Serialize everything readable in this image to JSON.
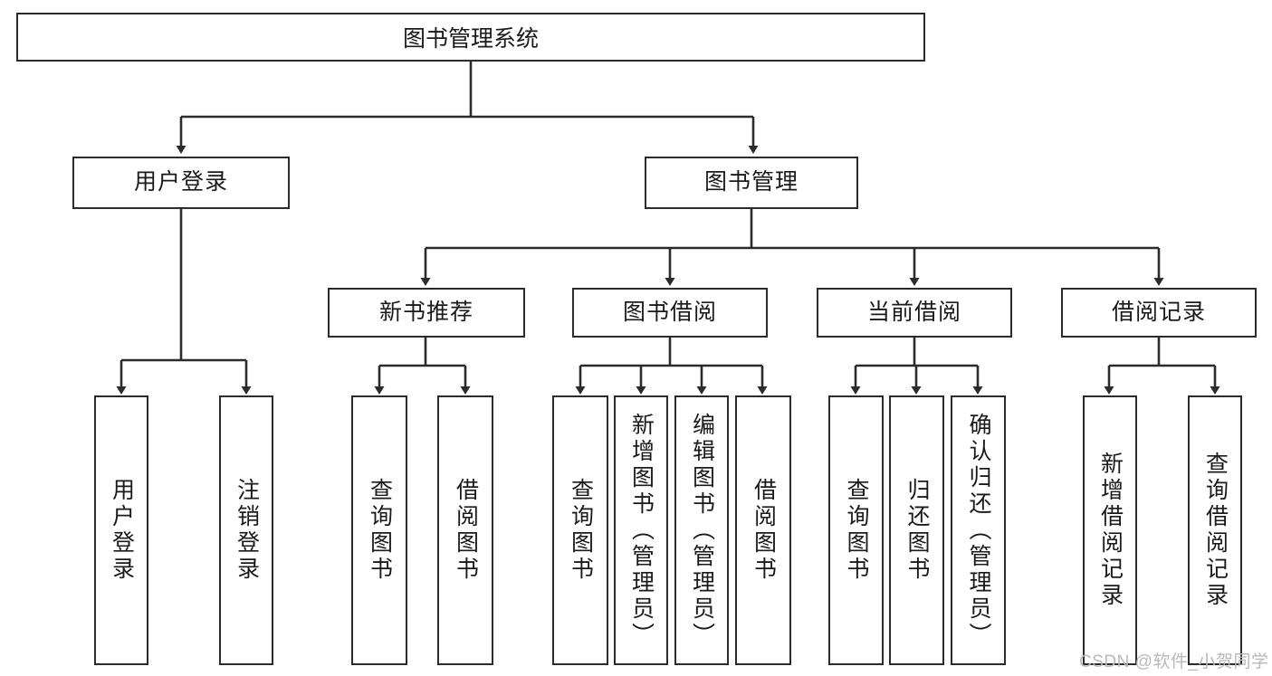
{
  "diagram": {
    "title": "图书管理系统",
    "type": "tree-hierarchy-diagram",
    "root": {
      "label": "图书管理系统"
    },
    "level2": [
      {
        "label": "用户登录"
      },
      {
        "label": "图书管理"
      }
    ],
    "level3": [
      {
        "label": "新书推荐"
      },
      {
        "label": "图书借阅"
      },
      {
        "label": "当前借阅"
      },
      {
        "label": "借阅记录"
      }
    ],
    "leaves": {
      "user_login": [
        {
          "label": "用户登录"
        },
        {
          "label": "注销登录"
        }
      ],
      "new_book_recommend": [
        {
          "label": "查询图书"
        },
        {
          "label": "借阅图书"
        }
      ],
      "book_borrow": [
        {
          "label": "查询图书"
        },
        {
          "label": "新增图书（管理员）"
        },
        {
          "label": "编辑图书（管理员）"
        },
        {
          "label": "借阅图书"
        }
      ],
      "current_borrow": [
        {
          "label": "查询图书"
        },
        {
          "label": "归还图书"
        },
        {
          "label": "确认归还（管理员）"
        }
      ],
      "borrow_record": [
        {
          "label": "新增借阅记录"
        },
        {
          "label": "查询借阅记录"
        }
      ]
    },
    "colors": {
      "stroke": "#2b2b2b",
      "fill": "#ffffff",
      "text": "#1a1a1a",
      "watermark": "#b9b9b9"
    }
  },
  "watermark": {
    "text": "CSDN @软件_小贺同学"
  }
}
